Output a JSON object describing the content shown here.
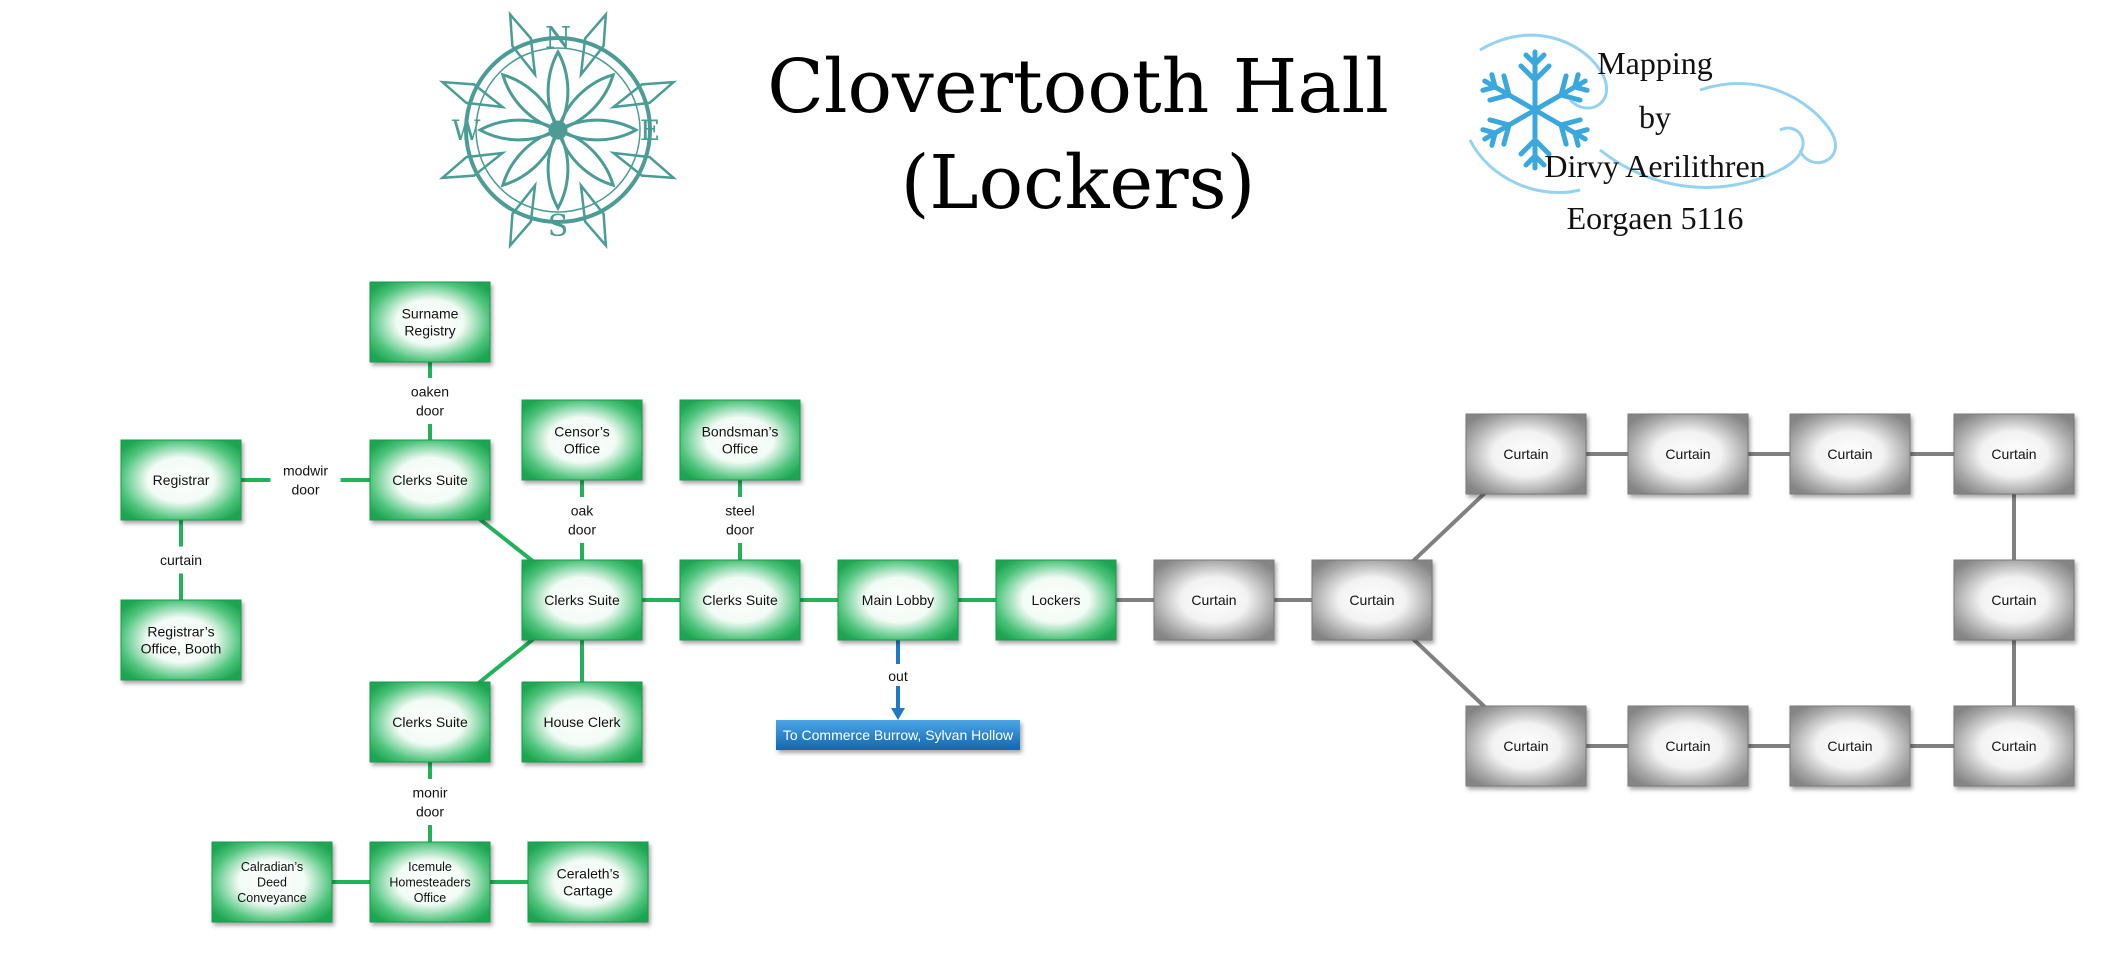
{
  "title": {
    "line1": "Clovertooth Hall",
    "line2": "(Lockers)"
  },
  "credit": {
    "lines": [
      "Mapping",
      "by",
      "Dirvy Aerilithren",
      "Eorgaen 5116"
    ]
  },
  "compass": {
    "icon": "compass-rose-icon",
    "letters": {
      "north": "N",
      "south": "S",
      "east": "E",
      "west": "W"
    }
  },
  "colors": {
    "room_green": "#22b35a",
    "room_gray": "#8c8c8c",
    "green_line": "#22b35a",
    "gray_line": "#808080",
    "exit_blue": "#1f78c8",
    "compass": "#4a9c95",
    "snowflake": "#3aa7dd"
  },
  "rooms": [
    {
      "id": "surname-registry",
      "label": "Surname Registry",
      "style": "green"
    },
    {
      "id": "clerks-suite-nw",
      "label": "Clerks Suite",
      "style": "green"
    },
    {
      "id": "registrar",
      "label": "Registrar",
      "style": "green"
    },
    {
      "id": "registrars-office",
      "label": "Registrar’s Office, Booth",
      "style": "green"
    },
    {
      "id": "censors-office",
      "label": "Censor’s Office",
      "style": "green"
    },
    {
      "id": "bondsmans-office",
      "label": "Bondsman’s Office",
      "style": "green"
    },
    {
      "id": "clerks-suite-center",
      "label": "Clerks Suite",
      "style": "green"
    },
    {
      "id": "clerks-suite-east",
      "label": "Clerks Suite",
      "style": "green"
    },
    {
      "id": "main-lobby",
      "label": "Main Lobby",
      "style": "green"
    },
    {
      "id": "lockers",
      "label": "Lockers",
      "style": "green"
    },
    {
      "id": "clerks-suite-sw",
      "label": "Clerks Suite",
      "style": "green"
    },
    {
      "id": "house-clerk",
      "label": "House Clerk",
      "style": "green"
    },
    {
      "id": "calradians-deed",
      "label": "Calradian’s Deed Conveyance",
      "style": "green"
    },
    {
      "id": "icemule-homesteaders",
      "label": "Icemule Homesteaders Office",
      "style": "green"
    },
    {
      "id": "ceraleths-cartage",
      "label": "Ceraleth’s Cartage",
      "style": "green"
    },
    {
      "id": "curtain-1",
      "label": "Curtain",
      "style": "gray"
    },
    {
      "id": "curtain-2",
      "label": "Curtain",
      "style": "gray"
    },
    {
      "id": "curtain-top-1",
      "label": "Curtain",
      "style": "gray"
    },
    {
      "id": "curtain-top-2",
      "label": "Curtain",
      "style": "gray"
    },
    {
      "id": "curtain-top-3",
      "label": "Curtain",
      "style": "gray"
    },
    {
      "id": "curtain-top-4",
      "label": "Curtain",
      "style": "gray"
    },
    {
      "id": "curtain-right",
      "label": "Curtain",
      "style": "gray"
    },
    {
      "id": "curtain-bottom-1",
      "label": "Curtain",
      "style": "gray"
    },
    {
      "id": "curtain-bottom-2",
      "label": "Curtain",
      "style": "gray"
    },
    {
      "id": "curtain-bottom-3",
      "label": "Curtain",
      "style": "gray"
    },
    {
      "id": "curtain-bottom-4",
      "label": "Curtain",
      "style": "gray"
    }
  ],
  "connections": [
    {
      "from": "surname-registry",
      "to": "clerks-suite-nw",
      "label": "oaken door",
      "color": "green"
    },
    {
      "from": "registrar",
      "to": "clerks-suite-nw",
      "label": "modwir door",
      "color": "green"
    },
    {
      "from": "registrar",
      "to": "registrars-office",
      "label": "curtain",
      "color": "green"
    },
    {
      "from": "clerks-suite-nw",
      "to": "clerks-suite-center",
      "label": "",
      "color": "green"
    },
    {
      "from": "censors-office",
      "to": "clerks-suite-center",
      "label": "oak door",
      "color": "green"
    },
    {
      "from": "bondsmans-office",
      "to": "clerks-suite-east",
      "label": "steel door",
      "color": "green"
    },
    {
      "from": "clerks-suite-center",
      "to": "clerks-suite-east",
      "label": "",
      "color": "green"
    },
    {
      "from": "clerks-suite-east",
      "to": "main-lobby",
      "label": "",
      "color": "green"
    },
    {
      "from": "main-lobby",
      "to": "lockers",
      "label": "",
      "color": "green"
    },
    {
      "from": "clerks-suite-center",
      "to": "house-clerk",
      "label": "",
      "color": "green"
    },
    {
      "from": "clerks-suite-center",
      "to": "clerks-suite-sw",
      "label": "",
      "color": "green"
    },
    {
      "from": "clerks-suite-sw",
      "to": "icemule-homesteaders",
      "label": "monir door",
      "color": "green"
    },
    {
      "from": "calradians-deed",
      "to": "icemule-homesteaders",
      "label": "",
      "color": "green"
    },
    {
      "from": "icemule-homesteaders",
      "to": "ceraleths-cartage",
      "label": "",
      "color": "green"
    },
    {
      "from": "lockers",
      "to": "curtain-1",
      "label": "",
      "color": "gray"
    },
    {
      "from": "curtain-1",
      "to": "curtain-2",
      "label": "",
      "color": "gray"
    },
    {
      "from": "curtain-2",
      "to": "curtain-top-1",
      "label": "",
      "color": "gray"
    },
    {
      "from": "curtain-top-1",
      "to": "curtain-top-2",
      "label": "",
      "color": "gray"
    },
    {
      "from": "curtain-top-2",
      "to": "curtain-top-3",
      "label": "",
      "color": "gray"
    },
    {
      "from": "curtain-top-3",
      "to": "curtain-top-4",
      "label": "",
      "color": "gray"
    },
    {
      "from": "curtain-top-4",
      "to": "curtain-right",
      "label": "",
      "color": "gray"
    },
    {
      "from": "curtain-right",
      "to": "curtain-bottom-4",
      "label": "",
      "color": "gray"
    },
    {
      "from": "curtain-2",
      "to": "curtain-bottom-1",
      "label": "",
      "color": "gray"
    },
    {
      "from": "curtain-bottom-1",
      "to": "curtain-bottom-2",
      "label": "",
      "color": "gray"
    },
    {
      "from": "curtain-bottom-2",
      "to": "curtain-bottom-3",
      "label": "",
      "color": "gray"
    },
    {
      "from": "curtain-bottom-3",
      "to": "curtain-bottom-4",
      "label": "",
      "color": "gray"
    }
  ],
  "exit": {
    "from": "main-lobby",
    "arrow_label": "out",
    "destination": "To Commerce Burrow, Sylvan Hollow"
  }
}
